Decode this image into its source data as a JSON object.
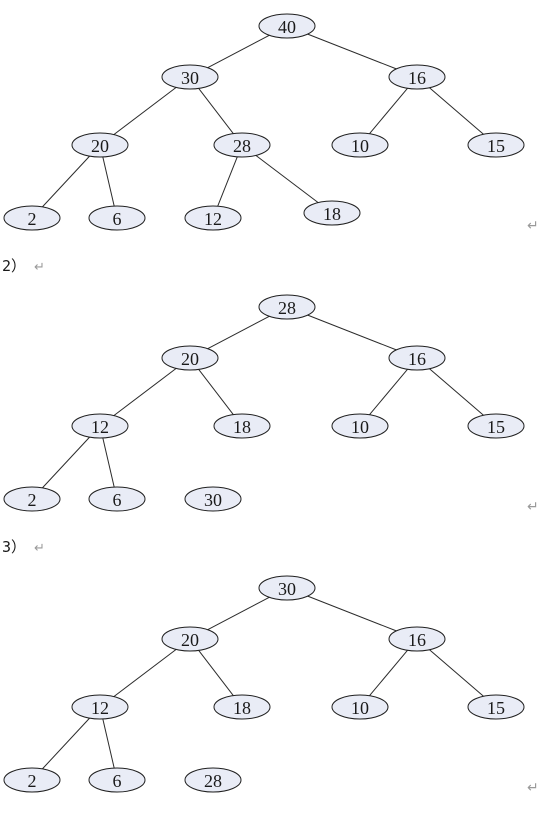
{
  "return_symbol": "↵",
  "colors": {
    "node_fill": "#e9ecf6",
    "node_stroke": "#1f1f1f",
    "edge": "#2b2b2b",
    "text": "#1a1a1a",
    "paragraph_mark": "#9a9a9a"
  },
  "steps": [
    {
      "label": "",
      "trees": {
        "nodes": [
          "40",
          "30",
          "16",
          "20",
          "28",
          "10",
          "15",
          "2",
          "6",
          "12",
          "18"
        ],
        "edges": [
          [
            0,
            1
          ],
          [
            0,
            2
          ],
          [
            1,
            3
          ],
          [
            1,
            4
          ],
          [
            2,
            5
          ],
          [
            2,
            6
          ],
          [
            3,
            7
          ],
          [
            3,
            8
          ],
          [
            4,
            9
          ],
          [
            4,
            10
          ]
        ]
      }
    },
    {
      "label": "2）",
      "trees": {
        "nodes": [
          "28",
          "20",
          "16",
          "12",
          "18",
          "10",
          "15",
          "2",
          "6",
          "30"
        ],
        "edges": [
          [
            0,
            1
          ],
          [
            0,
            2
          ],
          [
            1,
            3
          ],
          [
            1,
            4
          ],
          [
            2,
            5
          ],
          [
            2,
            6
          ],
          [
            3,
            7
          ],
          [
            3,
            8
          ]
        ]
      }
    },
    {
      "label": "3）",
      "trees": {
        "nodes": [
          "30",
          "20",
          "16",
          "12",
          "18",
          "10",
          "15",
          "2",
          "6",
          "28"
        ],
        "edges": [
          [
            0,
            1
          ],
          [
            0,
            2
          ],
          [
            1,
            3
          ],
          [
            1,
            4
          ],
          [
            2,
            5
          ],
          [
            2,
            6
          ],
          [
            3,
            7
          ],
          [
            3,
            8
          ]
        ]
      }
    }
  ]
}
